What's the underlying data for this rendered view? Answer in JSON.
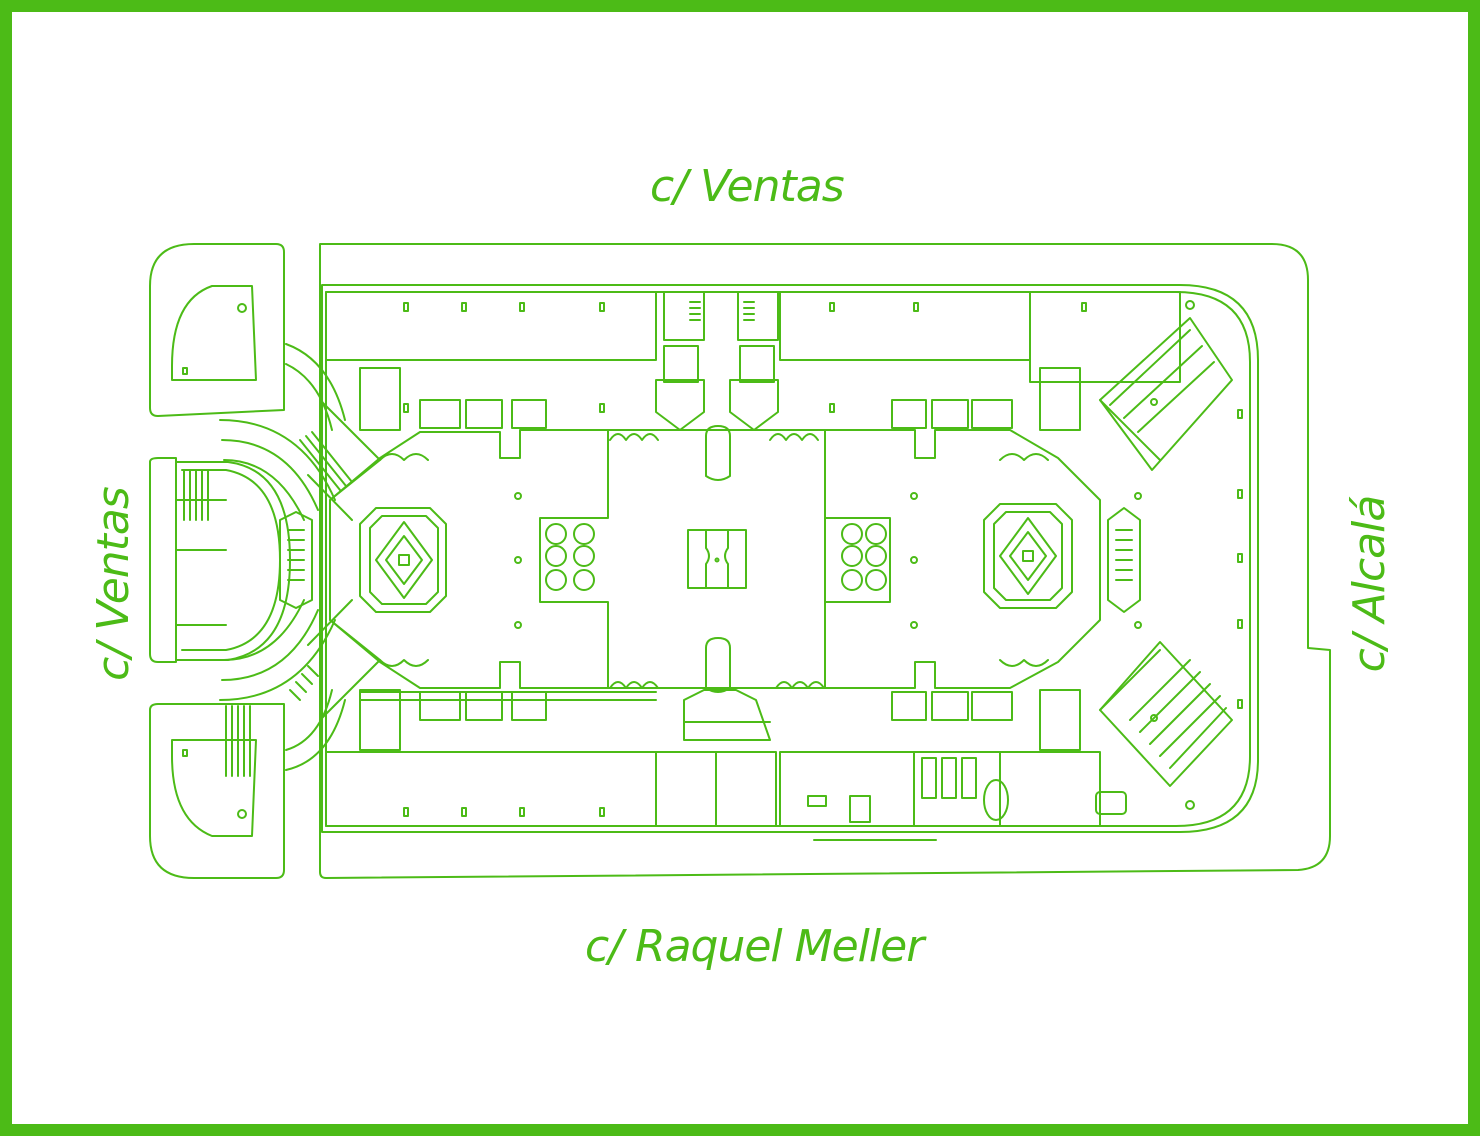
{
  "map": {
    "streets": {
      "north": "c/ Ventas",
      "west": "c/ Ventas",
      "east": "c/ Alcalá",
      "south": "c/ Raquel Meller"
    },
    "colors": {
      "line": "#4cbb17",
      "background": "#ffffff"
    }
  }
}
